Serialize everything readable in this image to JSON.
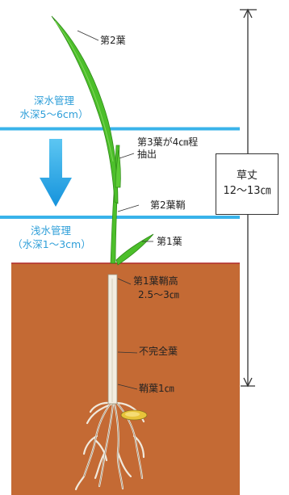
{
  "labels": {
    "second_leaf": "第2葉",
    "third_leaf_line1": "第3葉が4㎝程",
    "third_leaf_line2": "抽出",
    "second_leaf_sheath": "第2葉鞘",
    "first_leaf": "第1葉",
    "first_sheath_line1": "第1葉鞘高",
    "first_sheath_line2": "2.5～3㎝",
    "incomplete_leaf": "不完全葉",
    "coleoptile": "鞘葉1㎝"
  },
  "deep_water": {
    "title": "深水管理",
    "depth": "水深5～6cm）"
  },
  "shallow_water": {
    "title": "浅水管理",
    "depth": "（水深1～3cm）"
  },
  "plant_height": {
    "title": "草丈",
    "value": "12～13㎝"
  },
  "colors": {
    "water_line": "#39b3ea",
    "arrow": "#1aa3e4",
    "soil": "#c46a34",
    "soil_line": "#b02a2a",
    "leaf": "#4cbf2a",
    "blue_text": "#2f9fd9"
  }
}
